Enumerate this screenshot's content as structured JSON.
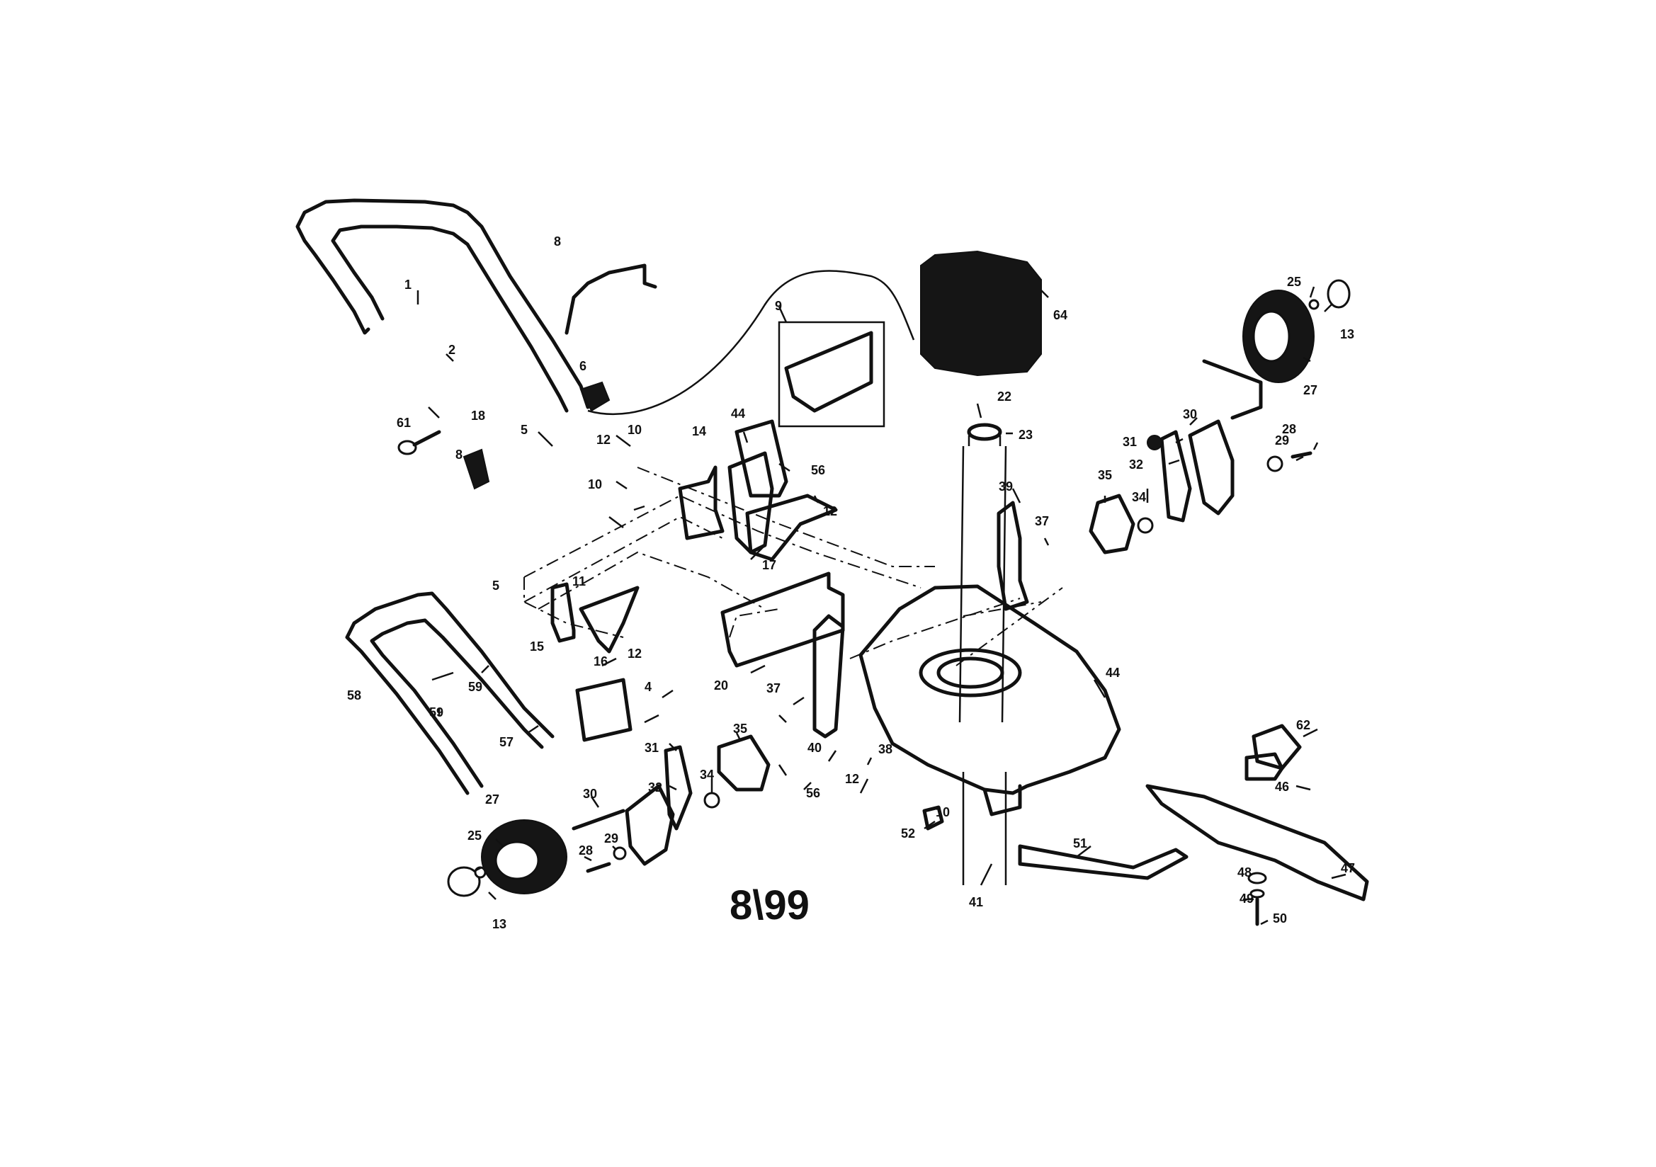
{
  "labels": {
    "l1": "1",
    "l2": "2",
    "l5a": "5",
    "l5b": "5",
    "l6": "6",
    "l8a": "8",
    "l8b": "8",
    "l9": "9",
    "l10a": "10",
    "l10b": "10",
    "l10c": "10",
    "l11": "11",
    "l12a": "12",
    "l12b": "12",
    "l12c": "12",
    "l12d": "12",
    "l13a": "13",
    "l13b": "13",
    "l14": "14",
    "l15": "15",
    "l16": "16",
    "l17": "17",
    "l18": "18",
    "l20": "20",
    "l22": "22",
    "l23": "23",
    "l25a": "25",
    "l25b": "25",
    "l27a": "27",
    "l27b": "27",
    "l28a": "28",
    "l28b": "28",
    "l29a": "29",
    "l29b": "29",
    "l30a": "30",
    "l30b": "30",
    "l31a": "31",
    "l31b": "31",
    "l32a": "32",
    "l32b": "32",
    "l34a": "34",
    "l34b": "34",
    "l35a": "35",
    "l35b": "35",
    "l37a": "37",
    "l37b": "37",
    "l38": "38",
    "l39": "39",
    "l40": "40",
    "l41": "41",
    "l44a": "44",
    "l44b": "44",
    "l46": "46",
    "l47": "47",
    "l48": "48",
    "l49": "49",
    "l50": "50",
    "l51": "51",
    "l52": "52",
    "l56a": "56",
    "l56b": "56",
    "l57": "57",
    "l58": "58",
    "l59a": "59",
    "l59b": "59",
    "l61": "61",
    "l62": "62",
    "l64": "64",
    "l4": "4"
  },
  "date_code": "8\\99"
}
